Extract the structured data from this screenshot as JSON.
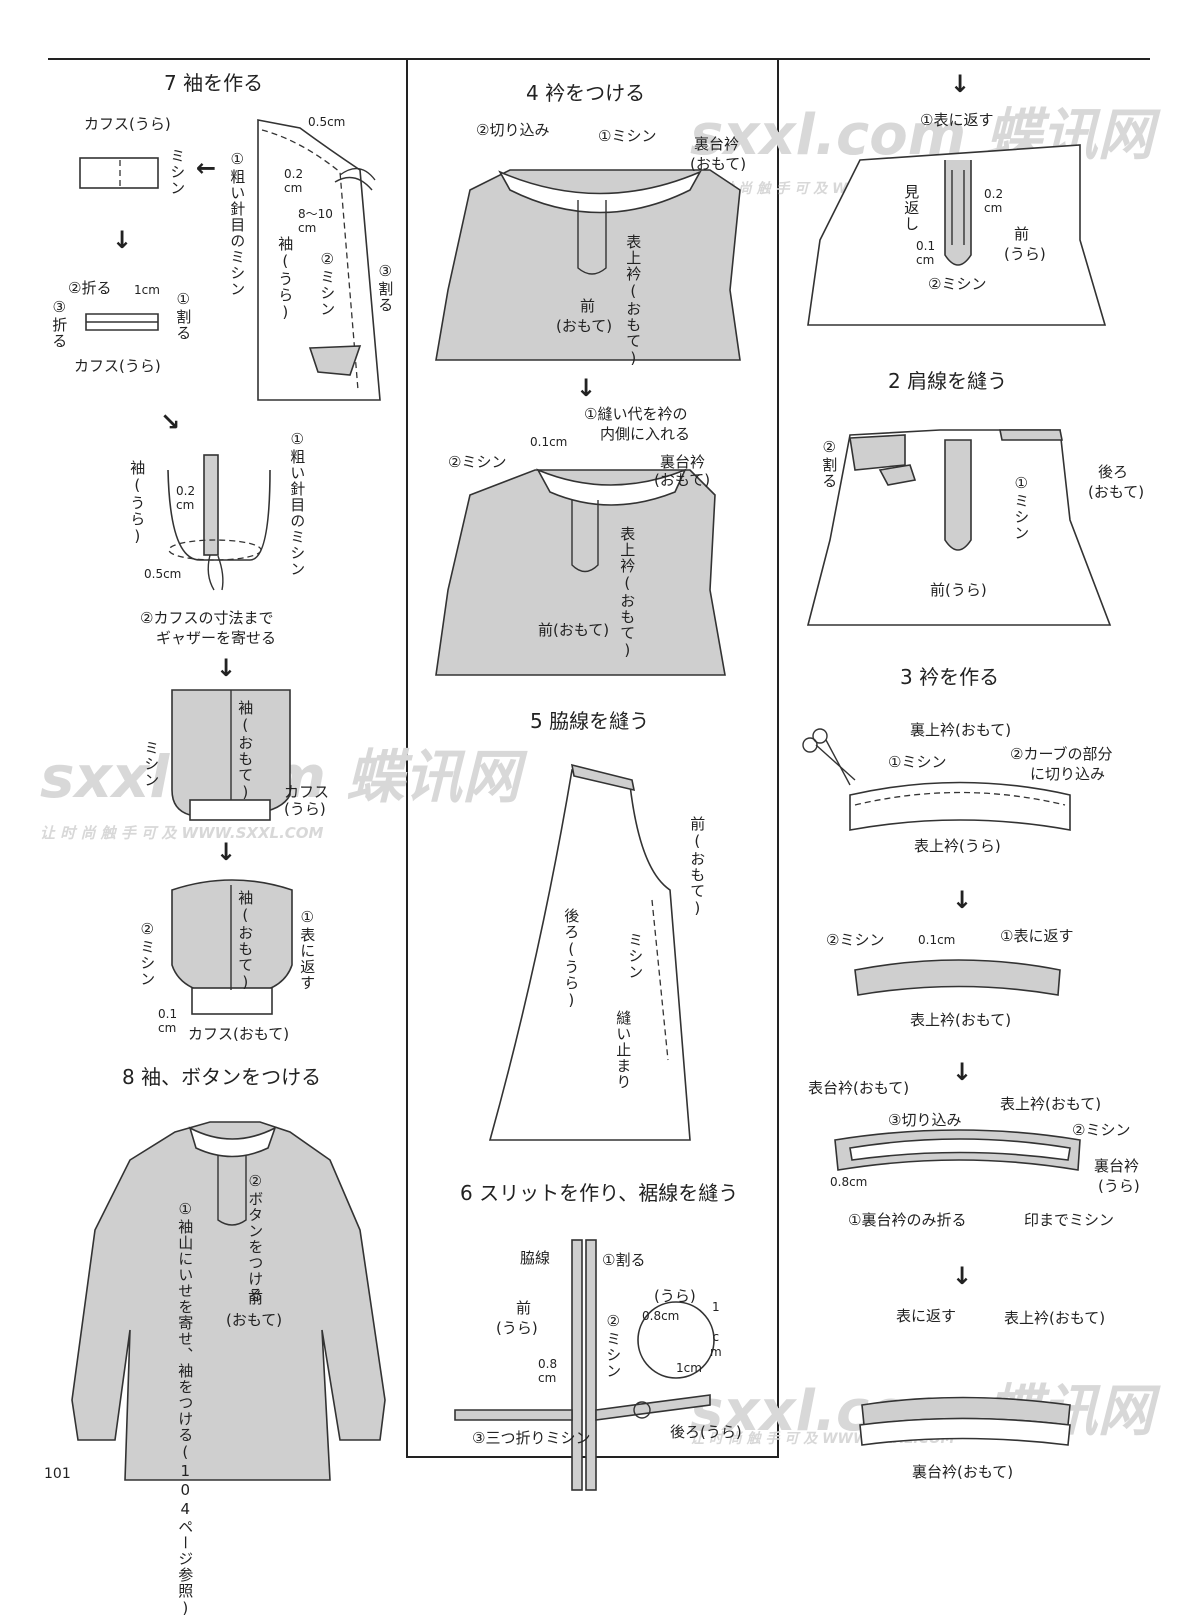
{
  "page_number": "101",
  "watermark": {
    "logo": "sxxl.com 蝶讯网",
    "url": "让 时 尚 触 手 可 及 WWW.SXXL.COM"
  },
  "col1": {
    "s7_title": "7 袖を作る",
    "s7_cuffs_ura": "カフス(うら)",
    "s7_mishin_v": "ミシン",
    "s7_arai_v": "①粗い針目のミシン",
    "s7_05": "0.5cm",
    "s7_02": "0.2 cm",
    "s7_810": "8〜10 cm",
    "s7_sode_ura_v": "袖(うら)",
    "s7_mishin2_v": "②ミシン",
    "s7_waru3_v": "③割る",
    "s7_oru2": "②折る",
    "s7_1cm": "1cm",
    "s7_waru1_v": "①割る",
    "s7_oru3_v": "③折る",
    "s7_cuffs_ura2": "カフス(うら)",
    "s7_sode_ura2_v": "袖(うら)",
    "s7_02b": "0.2 cm",
    "s7_arai2_v": "①粗い針目のミシン",
    "s7_05b": "0.5cm",
    "s7_gather": "②カフスの寸法まで",
    "s7_gather2": "ギャザーを寄せる",
    "s7_sode_omote_v": "袖(おもて)",
    "s7_mishin3_v": "ミシン",
    "s7_cuffs_ura3": "カフス(うら)",
    "s7_sode_omote2_v": "袖(おもて)",
    "s7_omote_ni_kaesu_v": "①表に返す",
    "s7_mishin4_v": "②ミシン",
    "s7_01": "0.1 cm",
    "s7_cuffs_omote": "カフス(おもて)",
    "s8_title": "8 袖、ボタンをつける",
    "s8_button_v": "②ボタンをつける",
    "s8_sleeve_v": "①袖山にいせを寄せ、袖をつける(104ページ参照)",
    "s8_mae": "前",
    "s8_omote": "(おもて)"
  },
  "col2": {
    "s4_title": "4 衿をつける",
    "s4_kirikomi": "②切り込み",
    "s4_mishin": "①ミシン",
    "s4_uradai": "裏台衿",
    "s4_uradai2": "(おもて)",
    "s4_omoteue_v": "表上衿(おもて)",
    "s4_mae": "前",
    "s4_mae2": "(おもて)",
    "s4_nuishiro": "①縫い代を衿の",
    "s4_nuishiro2": "内側に入れる",
    "s4_01": "0.1cm",
    "s4_mishin2": "②ミシン",
    "s4_uradai3": "裏台衿",
    "s4_uradai4": "(おもて)",
    "s4_omoteue2_v": "表上衿(おもて)",
    "s4_mae3": "前(おもて)",
    "s5_title": "5 脇線を縫う",
    "s5_mae_v": "前(おもて)",
    "s5_ushiro_v": "後ろ(うら)",
    "s5_mishin_v": "ミシン",
    "s5_nuidomari_v": "縫い止まり",
    "s6_title": "6 スリットを作り、裾線を縫う",
    "s6_wakisen": "脇線",
    "s6_waru": "①割る",
    "s6_mae": "前",
    "s6_mae2": "(うら)",
    "s6_mishin_v": "②ミシン",
    "s6_ura": "(うら)",
    "s6_08": "0.8cm",
    "s6_1cm_v": "1 cm",
    "s6_1cm": "1cm",
    "s6_08b": "0.8 cm",
    "s6_mitsuori": "③三つ折りミシン",
    "s6_ushiro": "後ろ(うら)"
  },
  "col3": {
    "s1_omote": "①表に返す",
    "s1_mikaeshi_v": "見返し",
    "s1_02": "0.2 cm",
    "s1_01": "0.1 cm",
    "s1_mae": "前",
    "s1_ura": "(うら)",
    "s1_mishin": "②ミシン",
    "s2_title": "2 肩線を縫う",
    "s2_waru_v": "②割る",
    "s2_mishin_v": "①ミシン",
    "s2_ushiro": "後ろ",
    "s2_omote": "(おもて)",
    "s2_mae": "前(うら)",
    "s3_title": "3 衿を作る",
    "s3_uraue": "裏上衿(おもて)",
    "s3_mishin": "①ミシン",
    "s3_curve": "②カーブの部分",
    "s3_curve2": "に切り込み",
    "s3_omoteue": "表上衿(うら)",
    "s3_mishin2": "②ミシン",
    "s3_01": "0.1cm",
    "s3_kaesu": "①表に返す",
    "s3_omoteue2": "表上衿(おもて)",
    "s3_omotedai": "表台衿(おもて)",
    "s3_kirikomi": "③切り込み",
    "s3_omoteue3": "表上衿(おもて)",
    "s3_mishin3": "②ミシン",
    "s3_uradai": "裏台衿",
    "s3_uradai2": "(うら)",
    "s3_08": "0.8cm",
    "s3_oru": "①裏台衿のみ折る",
    "s3_shirushi": "印までミシン",
    "s3_kaesu2": "表に返す",
    "s3_omoteue4": "表上衿(おもて)",
    "s3_uradai3": "裏台衿(おもて)"
  }
}
